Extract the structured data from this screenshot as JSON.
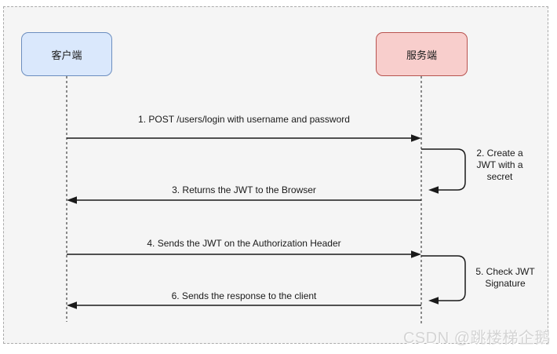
{
  "colors": {
    "canvas_bg": "#ffffff",
    "frame_bg": "#f5f5f5",
    "frame_border": "#ababab",
    "client_fill": "#dae8fc",
    "client_border": "#6c8ebf",
    "server_fill": "#f8cecc",
    "server_border": "#b85450",
    "line": "#1a1a1a",
    "lifeline": "#5c5c5c",
    "label_text": "#1a1a1a",
    "watermark_text": "#d4d4d4"
  },
  "actors": {
    "client": {
      "label": "客户端"
    },
    "server": {
      "label": "服务端"
    }
  },
  "messages": {
    "m1": {
      "label": "1. POST /users/login with username and password",
      "from": "client",
      "to": "server"
    },
    "m2": {
      "label": "2. Create a\nJWT with a\nsecret",
      "from": "server",
      "to": "server"
    },
    "m3": {
      "label": "3. Returns the JWT to the Browser",
      "from": "server",
      "to": "client"
    },
    "m4": {
      "label": "4. Sends the JWT on the Authorization Header",
      "from": "client",
      "to": "server"
    },
    "m5": {
      "label": "5. Check JWT\nSignature",
      "from": "server",
      "to": "server"
    },
    "m6": {
      "label": "6. Sends the response to the client",
      "from": "server",
      "to": "client"
    }
  },
  "watermark": {
    "label": "CSDN @跳楼梯企鹅"
  }
}
